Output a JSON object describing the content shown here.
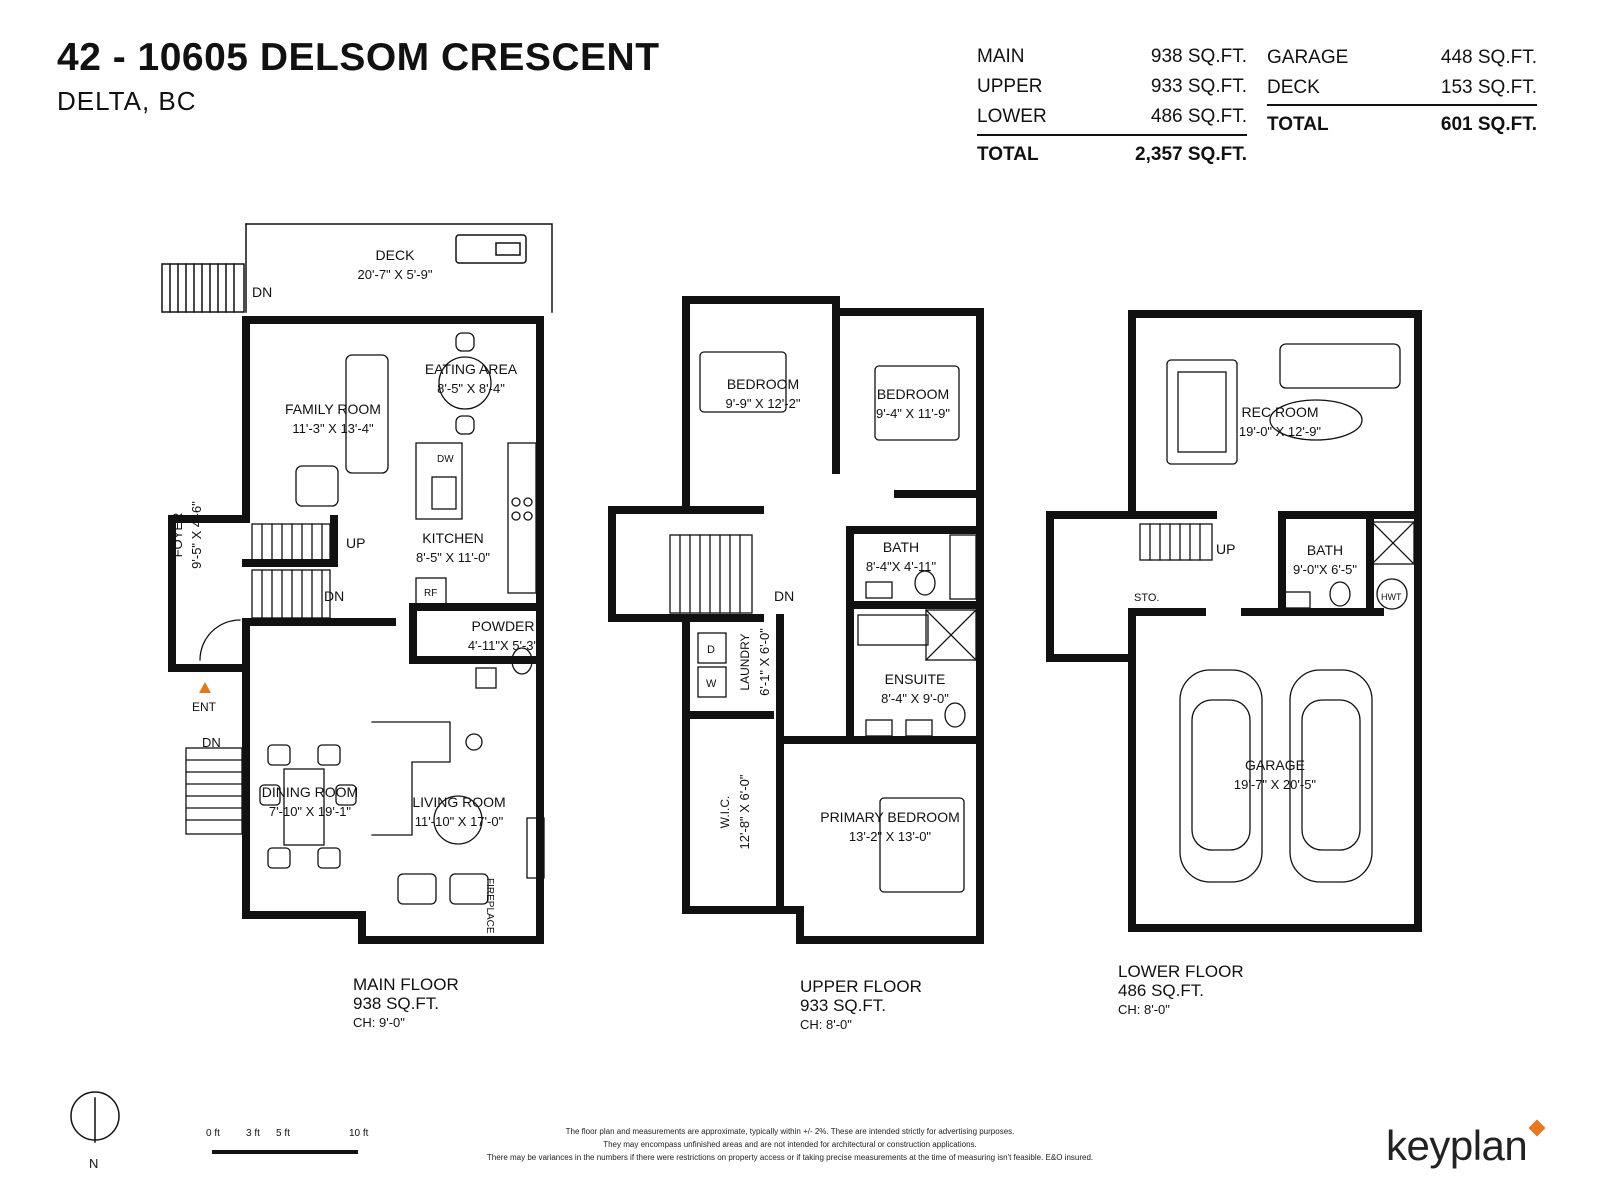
{
  "header": {
    "title": "42 - 10605 DELSOM CRESCENT",
    "subtitle": "DELTA, BC"
  },
  "area_summary": {
    "living": [
      {
        "label": "MAIN",
        "value": "938 SQ.FT."
      },
      {
        "label": "UPPER",
        "value": "933 SQ.FT."
      },
      {
        "label": "LOWER",
        "value": "486 SQ.FT."
      }
    ],
    "living_total": {
      "label": "TOTAL",
      "value": "2,357 SQ.FT."
    },
    "other": [
      {
        "label": "GARAGE",
        "value": "448 SQ.FT."
      },
      {
        "label": "DECK",
        "value": "153 SQ.FT."
      }
    ],
    "other_total": {
      "label": "TOTAL",
      "value": "601 SQ.FT."
    }
  },
  "floors": {
    "main": {
      "name": "MAIN FLOOR",
      "area": "938 SQ.FT.",
      "ceiling": "CH: 9'-0\"",
      "rooms": {
        "deck": {
          "name": "DECK",
          "dims": "20'-7\" X 5'-9\""
        },
        "family": {
          "name": "FAMILY ROOM",
          "dims": "11'-3\" X 13'-4\""
        },
        "eating": {
          "name": "EATING AREA",
          "dims": "8'-5\" X 8'-4\""
        },
        "kitchen": {
          "name": "KITCHEN",
          "dims": "8'-5\" X 11'-0\""
        },
        "foyer": {
          "name": "FOYER",
          "dims": "9'-5\" X 4'-6\""
        },
        "powder": {
          "name": "POWDER",
          "dims": "4'-11\"X 5'-3\""
        },
        "dining": {
          "name": "DINING ROOM",
          "dims": "7'-10\" X 19'-1\""
        },
        "living": {
          "name": "LIVING ROOM",
          "dims": "11'-10\" X 17'-0\""
        }
      },
      "labels": {
        "dn_deck": "DN",
        "up": "UP",
        "dn_stair": "DN",
        "ent": "ENT",
        "dn_ent": "DN",
        "fireplace": "FIREPLACE",
        "dw": "DW",
        "rf": "RF"
      }
    },
    "upper": {
      "name": "UPPER FLOOR",
      "area": "933 SQ.FT.",
      "ceiling": "CH: 8'-0\"",
      "rooms": {
        "bed1": {
          "name": "BEDROOM",
          "dims": "9'-9\" X 12'-2\""
        },
        "bed2": {
          "name": "BEDROOM",
          "dims": "9'-4\" X 11'-9\""
        },
        "bath": {
          "name": "BATH",
          "dims": "8'-4\"X 4'-11\""
        },
        "ensuite": {
          "name": "ENSUITE",
          "dims": "8'-4\" X 9'-0\""
        },
        "laundry": {
          "name": "LAUNDRY",
          "dims": "6'-1\" X 6'-0\""
        },
        "wic": {
          "name": "W.I.C.",
          "dims": "12'-8\" X 6'-0\""
        },
        "primary": {
          "name": "PRIMARY BEDROOM",
          "dims": "13'-2\" X 13'-0\""
        }
      },
      "labels": {
        "dn": "DN",
        "d": "D",
        "w": "W"
      }
    },
    "lower": {
      "name": "LOWER FLOOR",
      "area": "486 SQ.FT.",
      "ceiling": "CH: 8'-0\"",
      "rooms": {
        "rec": {
          "name": "REC ROOM",
          "dims": "19'-0\" X 12'-9\""
        },
        "bath": {
          "name": "BATH",
          "dims": "9'-0\"X 6'-5\""
        },
        "garage": {
          "name": "GARAGE",
          "dims": "19'-7\" X 20'-5\""
        }
      },
      "labels": {
        "up": "UP",
        "sto": "STO.",
        "hwt": "HWT"
      }
    }
  },
  "footer": {
    "north": "N",
    "scale": [
      "0 ft",
      "3 ft",
      "5 ft",
      "10 ft"
    ],
    "disclaimer": [
      "The floor plan and measurements are approximate, typically within +/- 2%. These are intended strictly for advertising purposes.",
      "They may encompass unfinished areas and are not intended for architectural or construction applications.",
      "There may be variances in the numbers if there were restrictions on property access or if taking precise measurements at the time of measuring isn't feasible. E&O insured."
    ],
    "logo": "keyplan"
  }
}
